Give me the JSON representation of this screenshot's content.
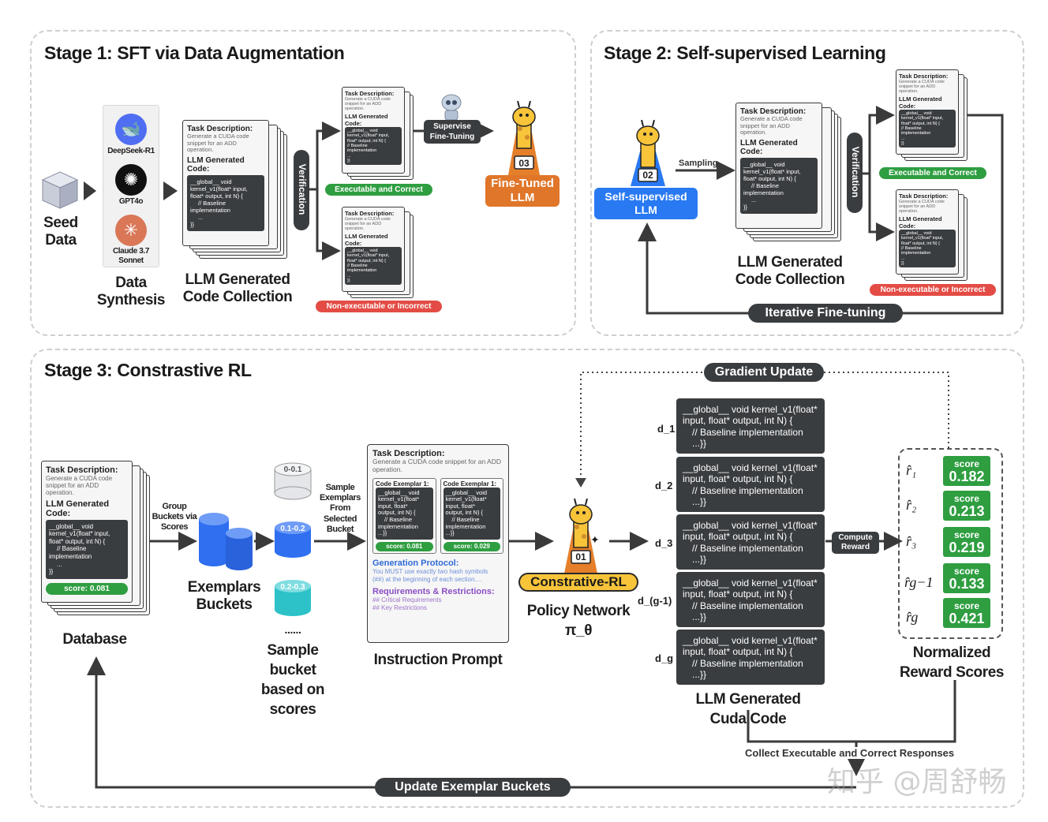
{
  "stage1": {
    "title": "Stage 1: SFT via Data Augmentation",
    "seed_label": "Seed Data",
    "models": [
      "DeepSeek-R1",
      "GPT4o",
      "Claude 3.7 Sonnet"
    ],
    "data_synthesis_label": "Data Synthesis",
    "collection_label": "LLM Generated Code Collection",
    "verification_label": "Verification",
    "executable_label": "Executable and Correct",
    "nonexecutable_label": "Non-executable or Incorrect",
    "supervise_label": "Supervise Fine-Tuning",
    "finetuned_label": "Fine-Tuned LLM",
    "bib_number": "03"
  },
  "stage2": {
    "title": "Stage 2: Self-supervised Learning",
    "sampling_label": "Sampling",
    "llm_label": "Self-supervised LLM",
    "bib_number": "02",
    "verification_label": "Verification",
    "collection_label": "LLM Generated Code Collection",
    "executable_label": "Executable and Correct",
    "nonexecutable_label": "Non-executable or Incorrect",
    "iterative_label": "Iterative Fine-tuning"
  },
  "doc": {
    "task_header": "Task Description:",
    "task_text": "Generate a CUDA code snippet for an ADD operation.",
    "gen_header": "LLM Generated Code:",
    "code_l1": "__global__ void",
    "code_l2": "kernel_v1(float* input,",
    "code_l3": "float* output, int N) {",
    "code_l4": "// Baseline",
    "code_l5": "implementation",
    "code_l6": "...",
    "code_l7": "}}"
  },
  "stage3": {
    "title": "Stage 3: Constrastive RL",
    "database_score": "score: 0.081",
    "database_label": "Database",
    "group_label": "Group Buckets via Scores",
    "bucket_ranges": [
      "0-0.1",
      "0.1-0.2",
      "0.2-0.3"
    ],
    "bucket_dots": "......",
    "exemplars_label": "Exemplars Buckets",
    "sample_bucket_label": "Sample bucket based on scores",
    "sample_exemplars_label": "Sample Exemplars From Selected Bucket",
    "prompt": {
      "task_header": "Task Description:",
      "task_text": "Generate a CUDA code snippet for an ADD operation.",
      "ex1_title": "Code Exemplar 1:",
      "ex2_title": "Code Exemplar 1:",
      "ex_code_l1": "__global__ void",
      "ex_code_l2": "kernel_v1(float*",
      "ex_code_l3": "input, float*",
      "ex_code_l4": "output, int N) {",
      "ex_code_l5": "// Baseline",
      "ex_code_l6": "implementation",
      "ex_code_l7": "...}}",
      "ex1_score": "score: 0.081",
      "ex2_score": "score: 0.029",
      "gen_protocol_header": "Generation Protocol:",
      "gen_protocol_text1": "You MUST use exactly two hash symbols",
      "gen_protocol_text2": "(##) at the beginning of each section....",
      "req_header": "Requirements & Restrictions:",
      "req_item1": "## Critical Requirements",
      "req_item2": "## Key Restrictions"
    },
    "prompt_label": "Instruction Prompt",
    "gradient_label": "Gradient Update",
    "policy_badge": "Constrative-RL",
    "bib_number": "01",
    "policy_label": "Policy Network π_θ",
    "samples": [
      {
        "label": "d_1"
      },
      {
        "label": "d_2"
      },
      {
        "label": "d_3"
      },
      {
        "label": "d_(g-1)"
      },
      {
        "label": "d_g"
      }
    ],
    "sample_code_l1": "__global__ void kernel_v1(float*",
    "sample_code_l2": "input, float* output, int N) {",
    "sample_code_l3": "// Baseline implementation",
    "sample_code_l4": "...}}",
    "cuda_label": "LLM Generated Cuda Code",
    "compute_reward_label": "Compute Reward",
    "score_word": "score",
    "scores": [
      {
        "symbol": "r̂₁",
        "value": "0.182"
      },
      {
        "symbol": "r̂₂",
        "value": "0.213"
      },
      {
        "symbol": "r̂₃",
        "value": "0.219"
      },
      {
        "symbol": "r̂g−1",
        "value": "0.133"
      },
      {
        "symbol": "r̂g",
        "value": "0.421"
      }
    ],
    "normalized_label": "Normalized Reward Scores",
    "collect_label": "Collect Executable and Correct Responses",
    "update_label": "Update Exemplar Buckets"
  },
  "watermark": "知乎 @周舒畅",
  "colors": {
    "green": "#2f9e41",
    "red": "#e34c45",
    "orange": "#e0762a",
    "blue": "#2979f2",
    "dark": "#3a3d40",
    "yellow": "#f7c43a",
    "bucket_blue": "#2f6ff0",
    "bucket_teal": "#2cc2c8"
  }
}
